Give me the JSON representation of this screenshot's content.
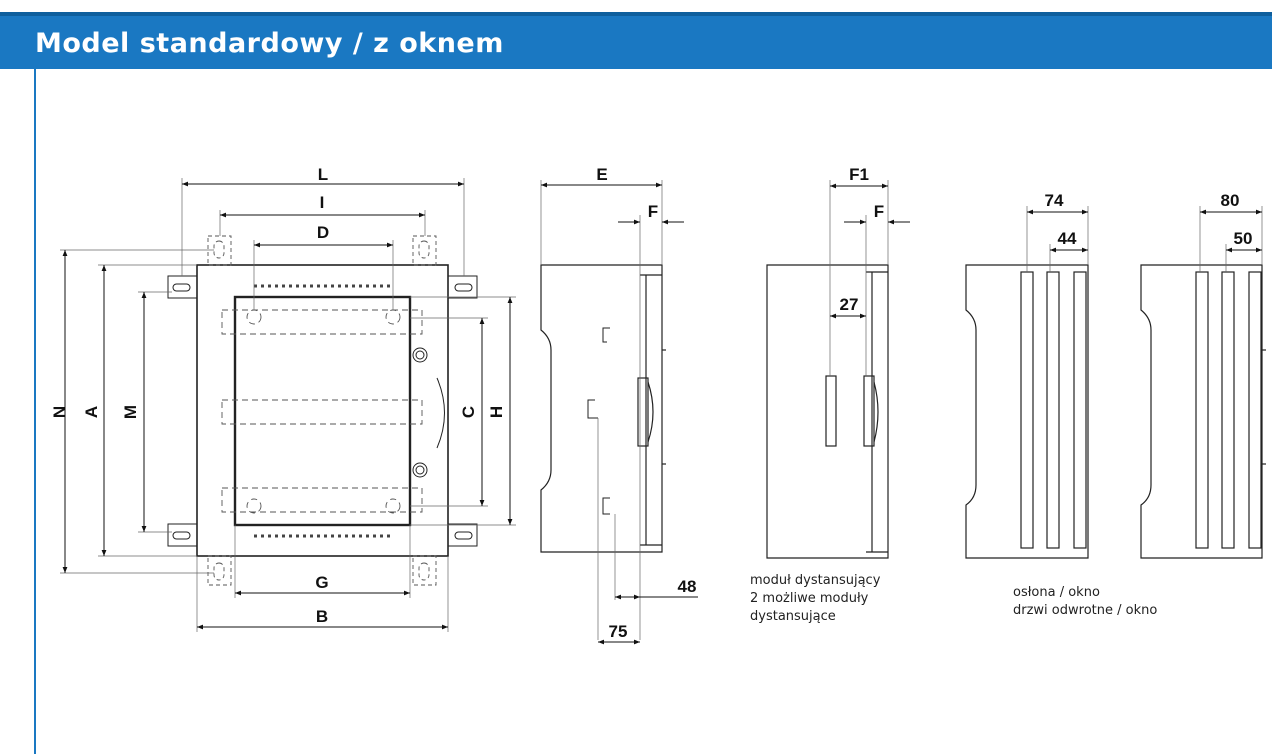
{
  "header": {
    "title": "Model standardowy / z oknem"
  },
  "front_view": {
    "dims": {
      "L": "L",
      "I": "I",
      "D": "D",
      "G": "G",
      "B": "B",
      "N": "N",
      "A": "A",
      "M": "M",
      "C": "C",
      "H": "H"
    }
  },
  "side_view": {
    "dims": {
      "E": "E",
      "F": "F",
      "d48": "48",
      "d75": "75"
    }
  },
  "spacer_view": {
    "dims": {
      "F1": "F1",
      "F": "F",
      "d27": "27"
    },
    "caption": [
      "moduł dystansujący",
      "2 możliwe moduły",
      "dystansujące"
    ]
  },
  "cover_views": {
    "dims_left": {
      "outer": "74",
      "inner": "44"
    },
    "dims_right": {
      "outer": "80",
      "inner": "50"
    },
    "caption": [
      "osłona / okno",
      "drzwi odwrotne / okno"
    ]
  },
  "colors": {
    "brand_blue": "#1a78c2",
    "line": "#222222"
  }
}
